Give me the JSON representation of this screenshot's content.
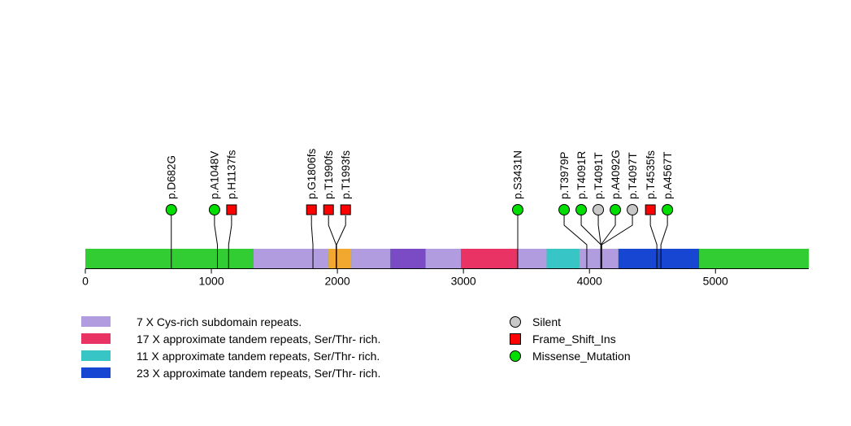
{
  "chart_data": {
    "type": "lollipop",
    "title": "",
    "protein_length": 5740,
    "axis": {
      "min": 0,
      "max": 5740,
      "ticks": [
        0,
        1000,
        2000,
        3000,
        4000,
        5000
      ]
    },
    "backbone_color": "#32cd32",
    "domains": [
      {
        "label": "Cys-rich subdomain repeat",
        "start": 1335,
        "end": 1930,
        "color": "#b19ce0"
      },
      {
        "label": "",
        "start": 1930,
        "end": 2110,
        "color": "#f2a72f"
      },
      {
        "label": "Cys-rich subdomain repeat",
        "start": 2110,
        "end": 2420,
        "color": "#b19ce0"
      },
      {
        "label": "",
        "start": 2420,
        "end": 2700,
        "color": "#7a4bc4"
      },
      {
        "label": "Cys-rich subdomain repeat",
        "start": 2700,
        "end": 2980,
        "color": "#b19ce0"
      },
      {
        "label": "17 X approximate tandem repeats, Ser/Thr- rich.",
        "start": 2980,
        "end": 3430,
        "color": "#e93365"
      },
      {
        "label": "Cys-rich subdomain repeat",
        "start": 3430,
        "end": 3660,
        "color": "#b19ce0"
      },
      {
        "label": "11 X approximate tandem repeats, Ser/Thr- rich.",
        "start": 3660,
        "end": 3920,
        "color": "#38c5c5"
      },
      {
        "label": "Cys-rich subdomain repeat",
        "start": 3920,
        "end": 4230,
        "color": "#b19ce0"
      },
      {
        "label": "23 X approximate tandem repeats, Ser/Thr- rich.",
        "start": 4230,
        "end": 4870,
        "color": "#1747d2"
      }
    ],
    "mutations": [
      {
        "label": "p.D682G",
        "pos": 682,
        "type": "Missense_Mutation"
      },
      {
        "label": "p.A1048V",
        "pos": 1048,
        "type": "Missense_Mutation"
      },
      {
        "label": "p.H1137fs",
        "pos": 1137,
        "type": "Frame_Shift_Ins"
      },
      {
        "label": "p.G1806fs",
        "pos": 1806,
        "type": "Frame_Shift_Ins"
      },
      {
        "label": "p.T1990fs",
        "pos": 1990,
        "type": "Frame_Shift_Ins"
      },
      {
        "label": "p.T1993fs",
        "pos": 1993,
        "type": "Frame_Shift_Ins"
      },
      {
        "label": "p.S3431N",
        "pos": 3431,
        "type": "Missense_Mutation"
      },
      {
        "label": "p.T3979P",
        "pos": 3979,
        "type": "Missense_Mutation"
      },
      {
        "label": "p.T4091R",
        "pos": 4091,
        "type": "Missense_Mutation"
      },
      {
        "label": "p.T4091T",
        "pos": 4091,
        "type": "Silent"
      },
      {
        "label": "p.A4092G",
        "pos": 4092,
        "type": "Missense_Mutation"
      },
      {
        "label": "p.T4097T",
        "pos": 4097,
        "type": "Silent"
      },
      {
        "label": "p.T4535fs",
        "pos": 4535,
        "type": "Frame_Shift_Ins"
      },
      {
        "label": "p.A4567T",
        "pos": 4567,
        "type": "Missense_Mutation"
      }
    ],
    "mutation_types": {
      "Silent": {
        "shape": "circle",
        "color": "#c8c8c8"
      },
      "Frame_Shift_Ins": {
        "shape": "square",
        "color": "#ff0000"
      },
      "Missense_Mutation": {
        "shape": "circle",
        "color": "#00dd00"
      }
    },
    "legend_domains": [
      {
        "label": "7 X Cys-rich subdomain repeats.",
        "color": "#b19ce0"
      },
      {
        "label": "17 X approximate tandem repeats, Ser/Thr- rich.",
        "color": "#e93365"
      },
      {
        "label": "11 X approximate tandem repeats, Ser/Thr- rich.",
        "color": "#38c5c5"
      },
      {
        "label": "23 X approximate tandem repeats, Ser/Thr- rich.",
        "color": "#1747d2"
      }
    ],
    "legend_mutations": [
      {
        "label": "Silent",
        "shape": "circle",
        "color": "#c8c8c8"
      },
      {
        "label": "Frame_Shift_Ins",
        "shape": "square",
        "color": "#ff0000"
      },
      {
        "label": "Missense_Mutation",
        "shape": "circle",
        "color": "#00dd00"
      }
    ]
  }
}
